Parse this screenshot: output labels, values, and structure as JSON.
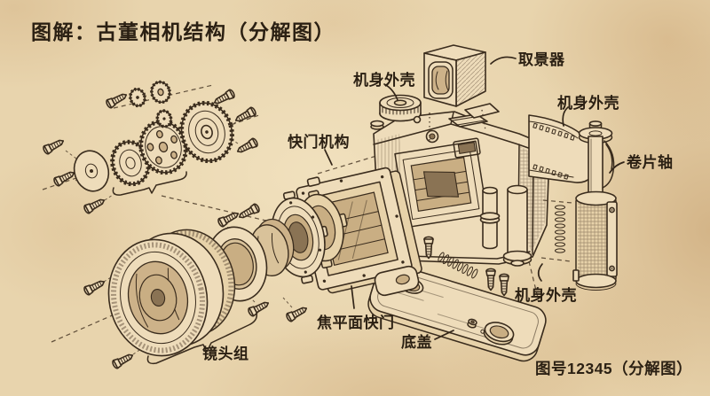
{
  "title": "图解：古董相机结构（分解图）",
  "figure_caption": "图号12345（分解图）",
  "part_labels": {
    "viewfinder": "取景器",
    "body_shell_top": "机身外壳",
    "body_shell_right": "机身外壳",
    "body_shell_bottom": "机身外壳",
    "shutter_mechanism": "快门机构",
    "film_spool": "卷片轴",
    "focal_plane_shutter": "焦平面快门",
    "bottom_cover": "底盖",
    "lens_group": "镜头组"
  },
  "colors": {
    "paper": "#e8d4ad",
    "ink": "#3a2c1d",
    "label_text": "#2b2013"
  }
}
